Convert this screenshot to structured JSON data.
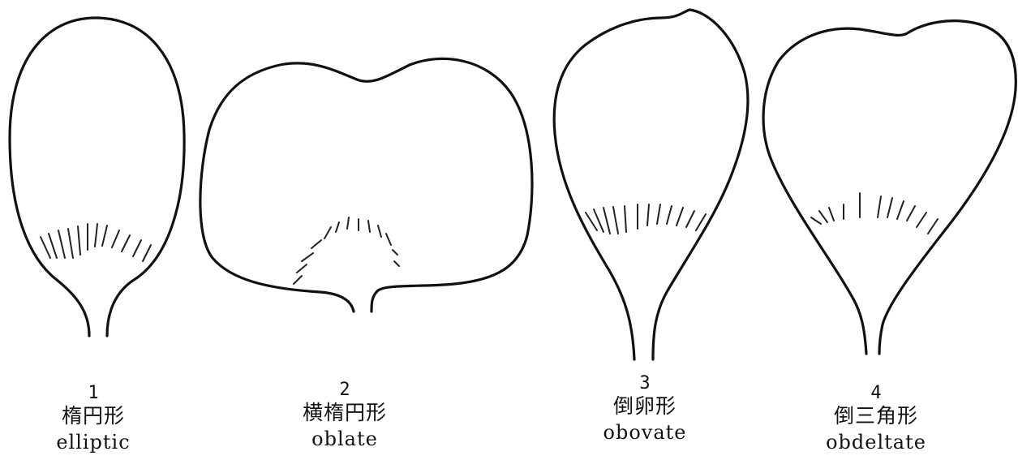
{
  "petals": [
    {
      "number": "1",
      "japanese": "楕円形",
      "english": "elliptic"
    },
    {
      "number": "2",
      "japanese": "横楕円形",
      "english": "oblate"
    },
    {
      "number": "3",
      "japanese": "倒卵形",
      "english": "obovate"
    },
    {
      "number": "4",
      "japanese": "倒三角形",
      "english": "obdeltate"
    }
  ]
}
